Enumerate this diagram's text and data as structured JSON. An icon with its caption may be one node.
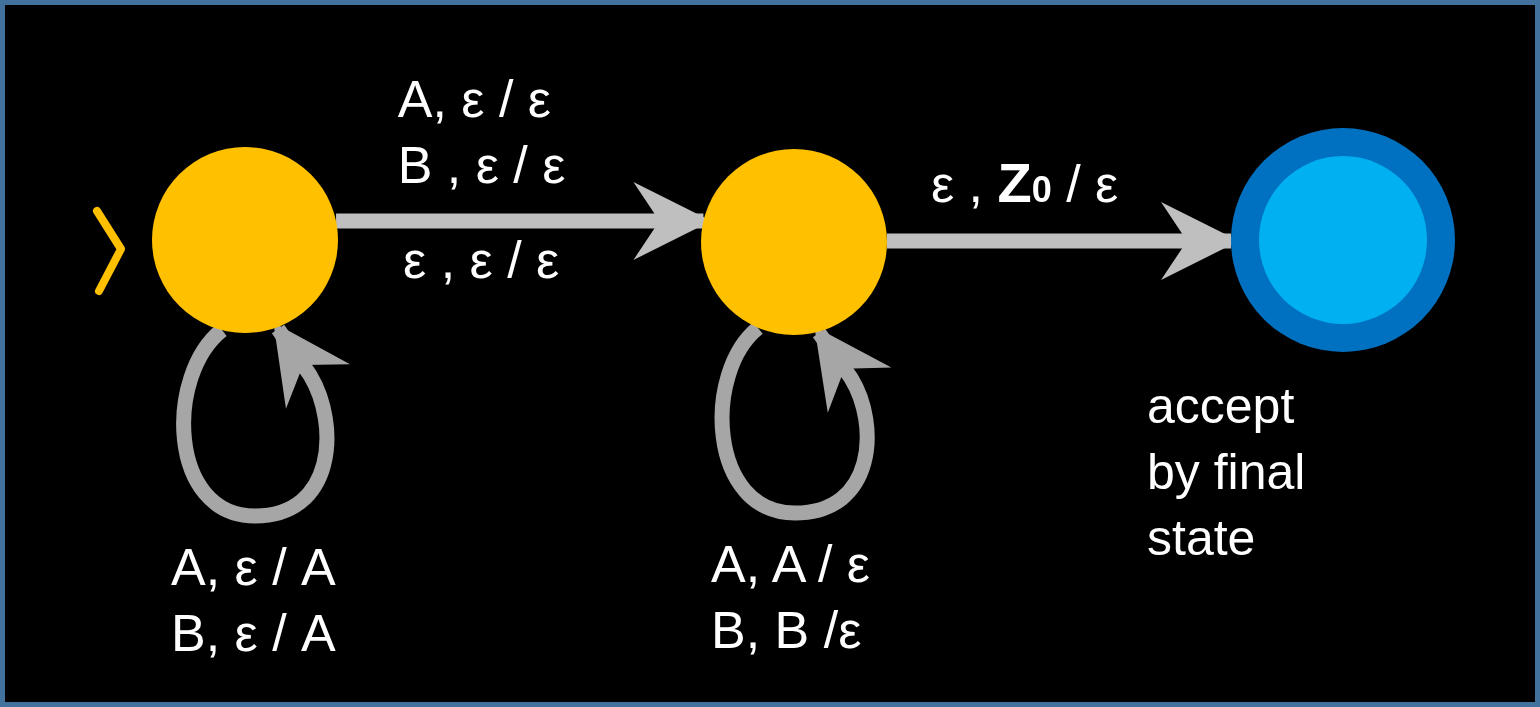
{
  "diagram": {
    "nodes": [
      {
        "text": [],
        "shape": "circle"
      },
      {
        "text": [],
        "shape": "circle"
      },
      {
        "text": [],
        "shape": "circle",
        "beside": [
          "accept by final state"
        ]
      }
    ],
    "edges": [
      {
        "from": null,
        "to": 0,
        "arrow": "to",
        "color": "#ffc000"
      },
      {
        "from": 0,
        "to": 0,
        "arrow": "to",
        "label": "A, ε / A B, ε / A",
        "color": "#a6a6a6"
      },
      {
        "from": 0,
        "to": 1,
        "arrow": "to",
        "label": "A, ε / ε B , ε / ε"
      },
      {
        "from": 1,
        "to": 1,
        "arrow": "to",
        "label": "A, A / ε B, B /ε",
        "color": "#a6a6a6"
      },
      {
        "from": 1,
        "to": 2,
        "arrow": "to",
        "label": "ε , **Z**$_{0}$ / ε"
      }
    ],
    "labels": [
      "ε , ε / ε"
    ]
  }
}
